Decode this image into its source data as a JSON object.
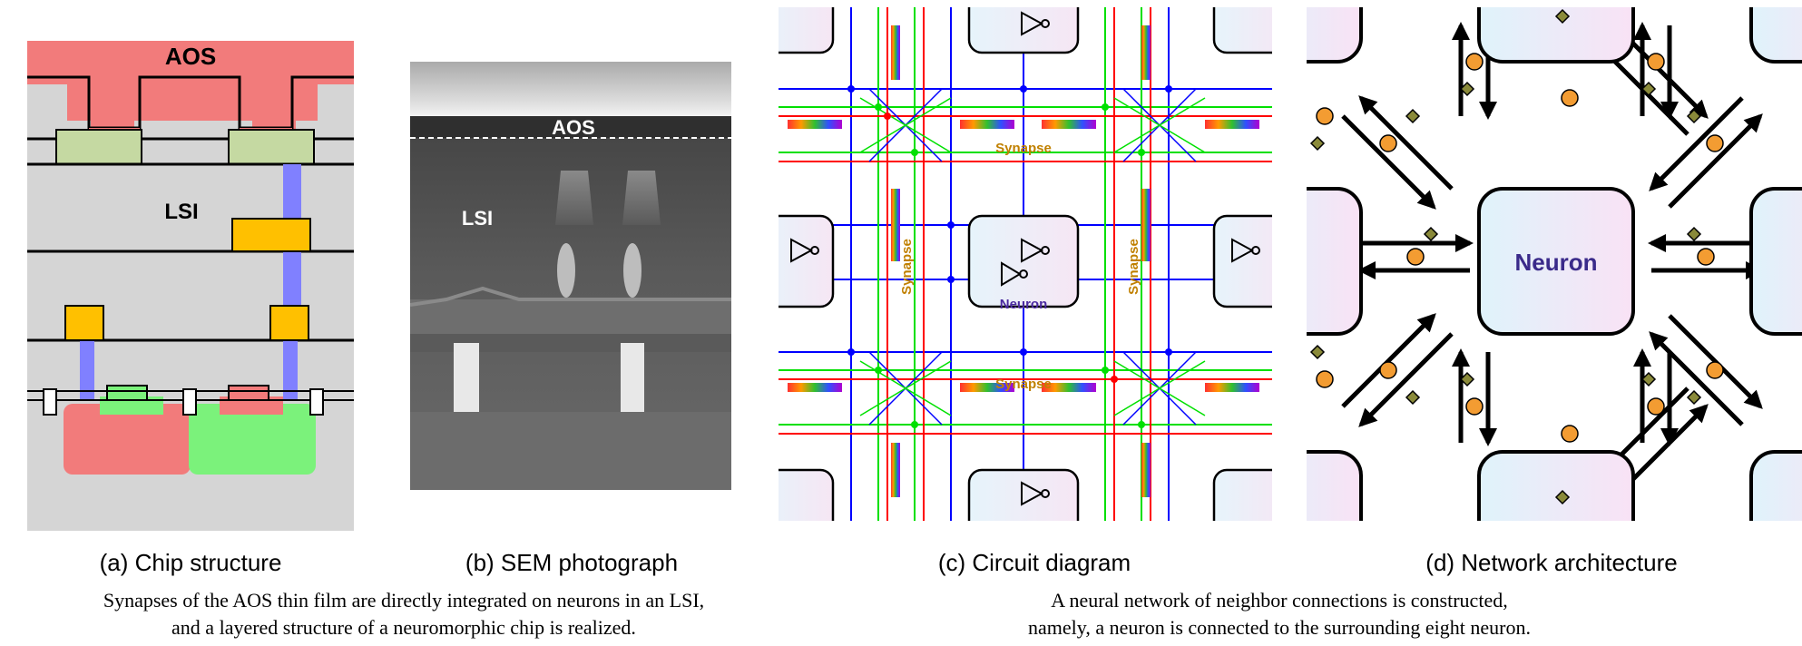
{
  "panels": {
    "a": {
      "caption": "(a) Chip structure",
      "labels": {
        "aos": "AOS",
        "lsi": "LSI"
      },
      "colors": {
        "aos": "#f27b7b",
        "lsi_bg": "#d6d6d6",
        "pad": "#c5d9a2",
        "metal": "#ffc000",
        "via": "#8080ff",
        "n_region": "#f27b7b",
        "p_region": "#7bf27b"
      }
    },
    "b": {
      "caption": "(b) SEM photograph",
      "labels": {
        "aos": "AOS",
        "lsi": "LSI"
      }
    },
    "c": {
      "caption": "(c) Circuit diagram",
      "labels": {
        "synapse": "Synapse",
        "neuron": "Neuron"
      },
      "colors": {
        "red": "#ff0000",
        "green": "#00e000",
        "blue": "#0000ff",
        "label": "#c08000",
        "neuron_label": "#4b2aa0"
      }
    },
    "d": {
      "caption": "(d) Network architecture",
      "labels": {
        "neuron": "Neuron"
      },
      "colors": {
        "synapse_dot": "#f39c32",
        "synapse_diamond": "#8a8a3a",
        "neuron_label": "#3a2a8a"
      }
    }
  },
  "descriptions": {
    "left": {
      "line1": "Synapses of the AOS thin film are directly integrated on neurons in an LSI,",
      "line2": "and a layered structure of a neuromorphic chip is realized."
    },
    "right": {
      "line1": "A neural network of neighbor connections is constructed,",
      "line2": "namely, a neuron is connected to the surrounding eight neuron."
    }
  }
}
